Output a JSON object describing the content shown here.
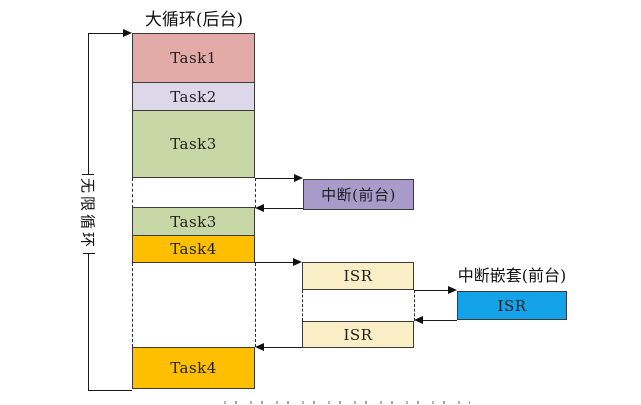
{
  "labels": {
    "main_title": "大循环(后台)",
    "loop_label": "无限循环",
    "nested_title": "中断嵌套(前台)"
  },
  "tasks": {
    "task1": "Task1",
    "task2": "Task2",
    "task3_first": "Task3",
    "task3_resume": "Task3",
    "task4_first": "Task4",
    "task4_resume": "Task4"
  },
  "interrupts": {
    "foreground": "中断(前台)",
    "isr_first": "ISR",
    "isr_resume": "ISR",
    "isr_nested": "ISR"
  },
  "colors": {
    "task1": "#e3aba8",
    "task2": "#dcd8e9",
    "task3": "#c7d8a6",
    "task4": "#fdbf00",
    "interrupt": "#a89bc9",
    "isr": "#faeec6",
    "isr_nested": "#14a3e8",
    "line": "#1a1a1a",
    "background": "#ffffff"
  }
}
